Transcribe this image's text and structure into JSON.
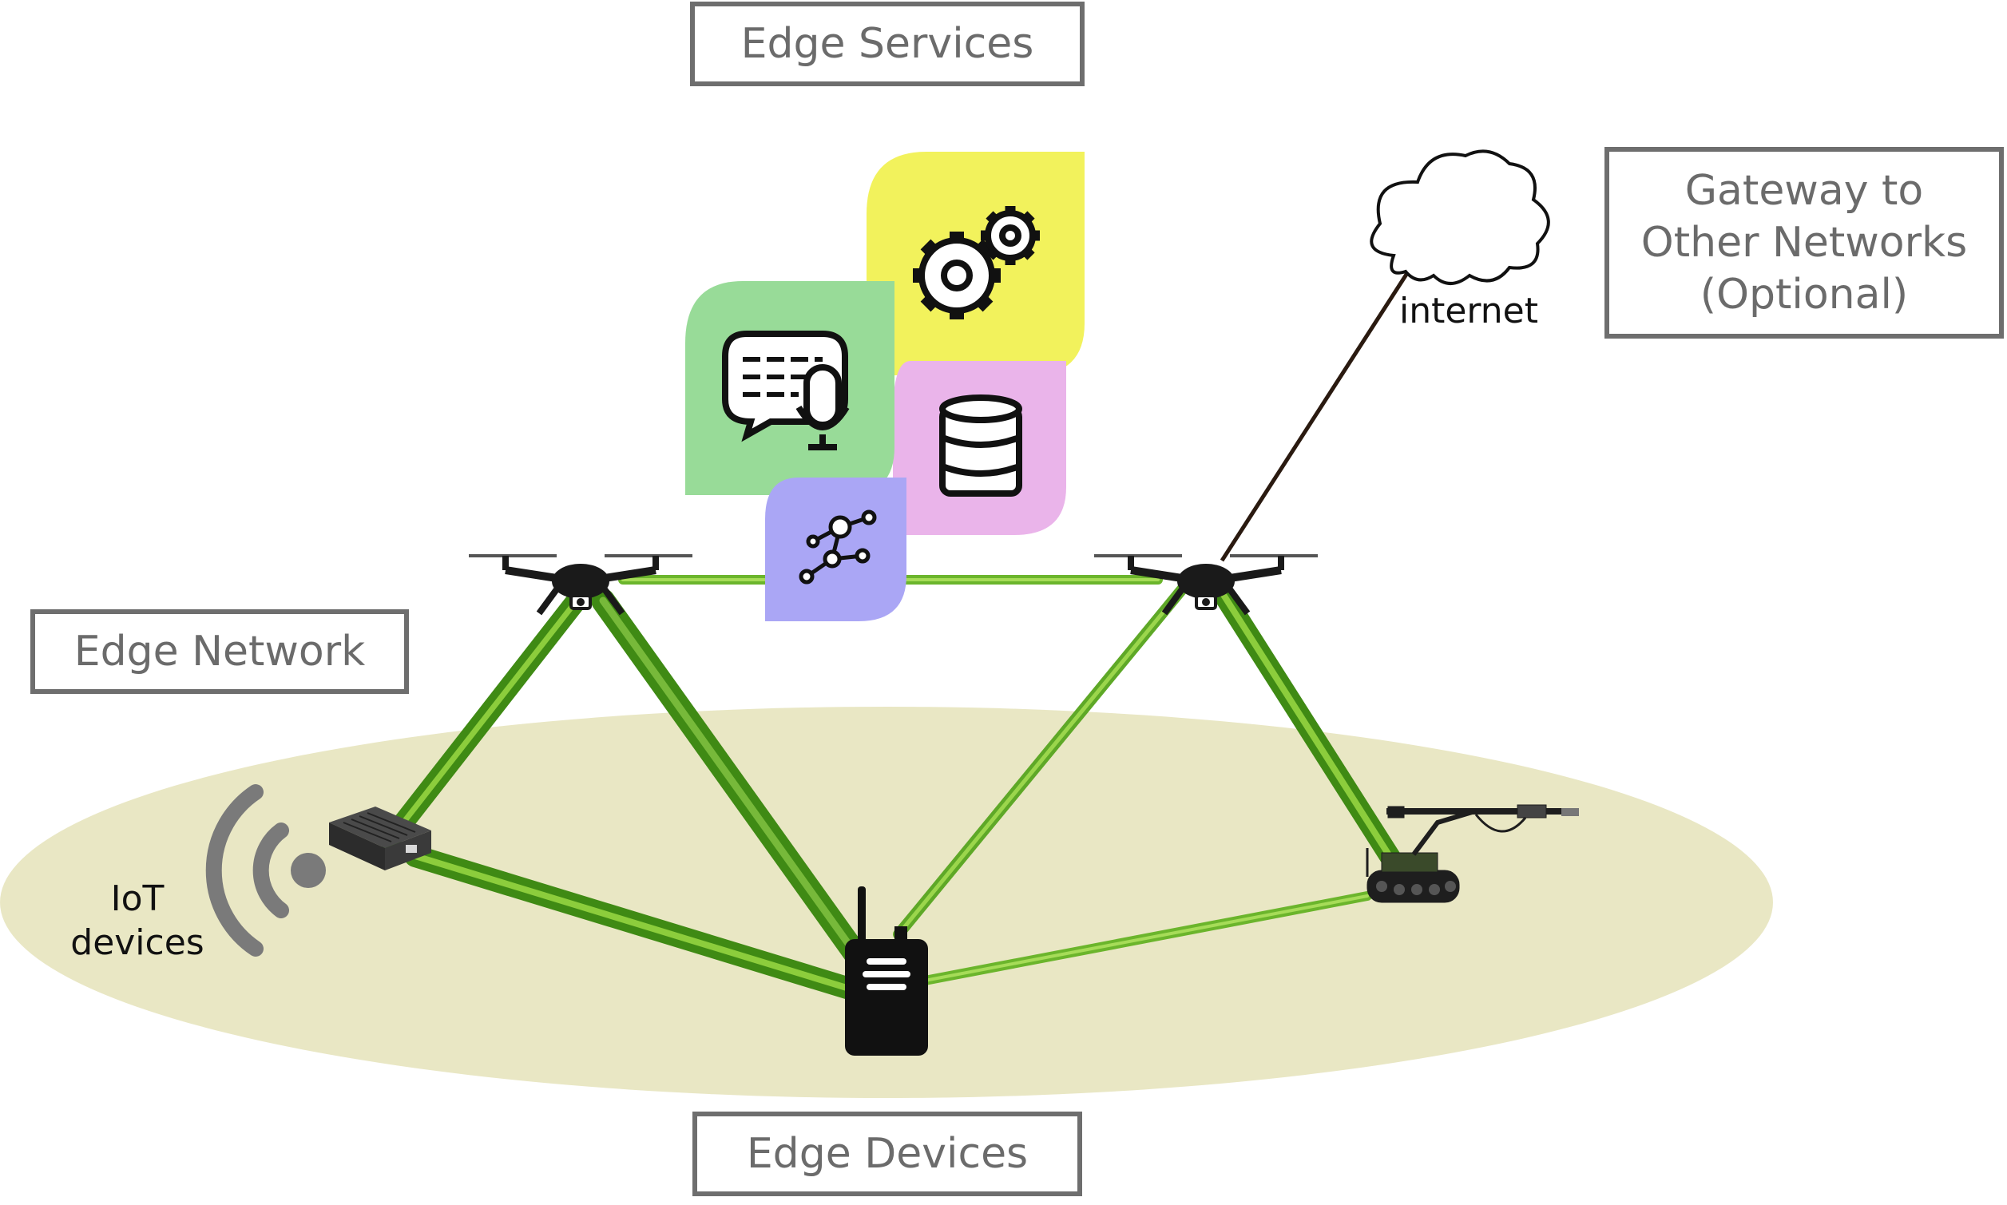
{
  "labels": {
    "edge_services": "Edge Services",
    "edge_network": "Edge Network",
    "edge_devices": "Edge Devices",
    "gateway": [
      "Gateway to",
      "Other Networks",
      "(Optional)"
    ],
    "internet": "internet",
    "iot": [
      "IoT",
      "devices"
    ]
  },
  "service_tiles": [
    {
      "name": "processing-service-tile",
      "icon": "gears-icon",
      "color": "#f2f25c"
    },
    {
      "name": "speech-service-tile",
      "icon": "speech-microphone-icon",
      "color": "#98db98"
    },
    {
      "name": "storage-service-tile",
      "icon": "database-icon",
      "color": "#eab4ea"
    },
    {
      "name": "graph-service-tile",
      "icon": "network-graph-icon",
      "color": "#aaa6f5"
    }
  ],
  "nodes": [
    {
      "name": "drone-left",
      "icon": "drone-icon"
    },
    {
      "name": "drone-right",
      "icon": "drone-icon"
    },
    {
      "name": "iot-gateway-box",
      "icon": "compute-box-icon"
    },
    {
      "name": "radio-handset",
      "icon": "handheld-radio-icon"
    },
    {
      "name": "ground-robot",
      "icon": "tracked-robot-icon"
    },
    {
      "name": "internet-cloud",
      "icon": "cloud-icon"
    },
    {
      "name": "iot-signal",
      "icon": "wireless-signal-icon"
    }
  ],
  "colors": {
    "ground_ellipse": "#e9e7c4",
    "link_strong": "#3f8a14",
    "link_light": "#8ccd3c",
    "box_border": "#6e6e6e",
    "box_text": "#6b6b6b",
    "internet_link": "#2a1a10"
  }
}
